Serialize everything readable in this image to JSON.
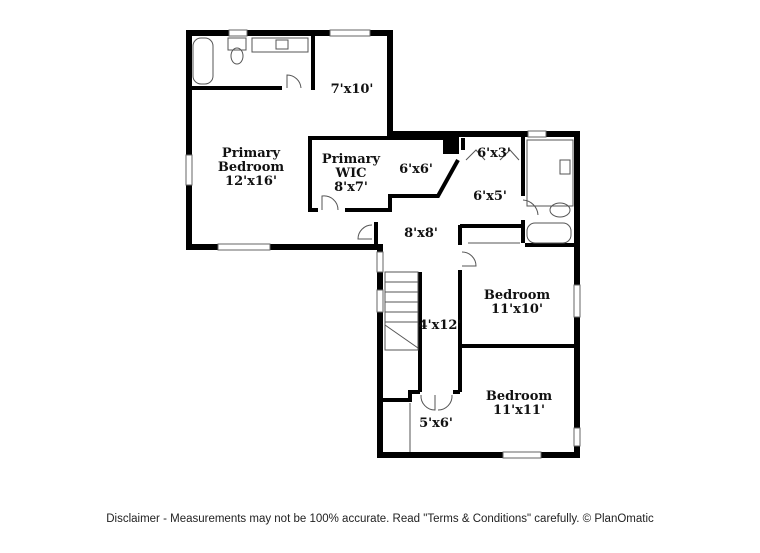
{
  "rooms": [
    {
      "name": "Primary Bedroom",
      "size": "12'x16'"
    },
    {
      "name": "",
      "size": "7'x10'"
    },
    {
      "name": "Primary WIC",
      "size": "8'x7'"
    },
    {
      "name": "",
      "size": "6'x6'"
    },
    {
      "name": "",
      "size": "6'x3'"
    },
    {
      "name": "",
      "size": "6'x5'"
    },
    {
      "name": "",
      "size": "8'x8'"
    },
    {
      "name": "Bedroom",
      "size": "11'x10'"
    },
    {
      "name": "",
      "size": "4'x12'"
    },
    {
      "name": "Bedroom",
      "size": "11'x11'"
    },
    {
      "name": "",
      "size": "5'x6'"
    }
  ],
  "labels": {
    "primary_line1": "Primary",
    "primary_line2": "Bedroom",
    "wic_line1": "Primary",
    "wic_line2": "WIC",
    "bedroom": "Bedroom"
  },
  "disclaimer": "Disclaimer - Measurements may not be 100% accurate. Read \"Terms & Conditions\" carefully. © PlanOmatic"
}
